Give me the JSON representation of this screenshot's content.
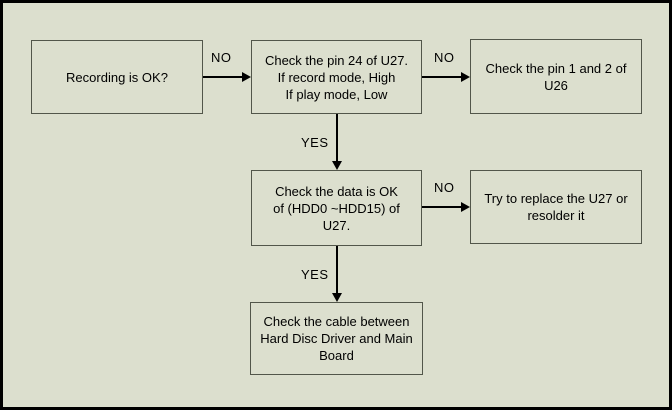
{
  "diagram": {
    "type": "flowchart",
    "colors": {
      "background": "#dcdfce",
      "outer_border": "#000000",
      "node_border": "#52564a",
      "node_fill": "#dcdfce",
      "text": "#000000",
      "arrow": "#000000"
    },
    "nodes": [
      {
        "id": "recording-ok",
        "text": "Recording is OK?"
      },
      {
        "id": "check-pin24-u27",
        "text": "Check the pin 24 of U27.\nIf record mode, High\nIf play mode, Low"
      },
      {
        "id": "check-pin1-2-u26",
        "text": "Check the pin 1 and 2 of\nU26"
      },
      {
        "id": "check-data-hdd",
        "text": "Check the data is OK\nof (HDD0 ~HDD15) of\nU27."
      },
      {
        "id": "replace-u27",
        "text": "Try to replace the U27 or\nresolder it"
      },
      {
        "id": "check-cable",
        "text": "Check the cable between\nHard Disc Driver and Main\nBoard"
      }
    ],
    "edges": [
      {
        "from": "recording-ok",
        "to": "check-pin24-u27",
        "label": "NO"
      },
      {
        "from": "check-pin24-u27",
        "to": "check-pin1-2-u26",
        "label": "NO"
      },
      {
        "from": "check-pin24-u27",
        "to": "check-data-hdd",
        "label": "YES"
      },
      {
        "from": "check-data-hdd",
        "to": "replace-u27",
        "label": "NO"
      },
      {
        "from": "check-data-hdd",
        "to": "check-cable",
        "label": "YES"
      }
    ]
  }
}
